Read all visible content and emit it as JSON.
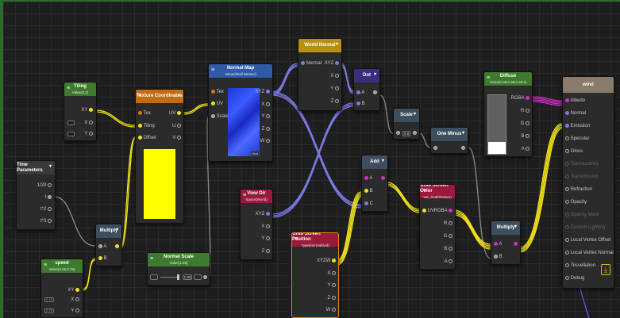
{
  "colors": {
    "accent_green": "#3d7a2e",
    "orange": "#c46a10",
    "blue": "#2e5aa8",
    "crimson": "#9a1a3c",
    "gold": "#b8900c",
    "indigo": "#3a2d7a",
    "slate": "#3d4f5f",
    "grey": "#4a4a4a",
    "tan": "#8a7a6a"
  },
  "nodes": {
    "tiling": {
      "title": "Tiling",
      "subtitle": "Value(2,2)",
      "outputs": [
        "XY",
        "X",
        "Y"
      ]
    },
    "time": {
      "title": "Time Parameters",
      "outputs": [
        "1/20",
        "t",
        "t*2",
        "t*3"
      ]
    },
    "speed": {
      "title": "speed",
      "subtitle": "Value(0.15,0.75)",
      "outputs": [
        "XY",
        "X",
        "Y"
      ],
      "field_x": "0.15",
      "field_y": "0.75"
    },
    "multiply1": {
      "title": "Multiply",
      "inputs": [
        "A",
        "B"
      ]
    },
    "texcoords": {
      "title": "Texture Coordinates",
      "inputs": [
        "Tex",
        "Tiling",
        "Offset"
      ],
      "outputs": [
        "UV",
        "U",
        "V"
      ]
    },
    "normalscale": {
      "title": "Normal Scale",
      "subtitle": "Value(1.69)",
      "value": "1.69"
    },
    "normalmap": {
      "title": "Normal Map",
      "subtitle": "Value(Shell Weiner)",
      "inputs": [
        "Tex",
        "UV",
        "Scale"
      ],
      "outputs": [
        "XYZ",
        "X",
        "Y",
        "Z",
        "W"
      ],
      "badge": "Mod"
    },
    "worldnormal": {
      "title": "World Normal",
      "inputs": [
        "Normal"
      ],
      "outputs": [
        "XYZ",
        "X",
        "Y",
        "Z"
      ]
    },
    "viewdir": {
      "title": "View Dir",
      "subtitle": "Space(World)",
      "outputs": [
        "XYZ",
        "X",
        "Y",
        "Z"
      ]
    },
    "grabpos": {
      "title": "Grab Screen Position",
      "subtitle": "Type(Normalized)",
      "outputs": [
        "XYZW",
        "X",
        "Y",
        "Z",
        "W"
      ]
    },
    "dot": {
      "title": "Dot",
      "inputs": [
        "A",
        "B"
      ]
    },
    "scale": {
      "title": "Scale",
      "value": "0.8"
    },
    "oneminus": {
      "title": "One Minus"
    },
    "add": {
      "title": "Add",
      "inputs": [
        "A",
        "B",
        "C"
      ]
    },
    "grabcolor": {
      "title": "Grab Screen Color",
      "subtitle": "Var_GrabTexture)",
      "inputs": [
        "UV"
      ],
      "outputs": [
        "RGBA",
        "R",
        "G",
        "B",
        "A"
      ]
    },
    "diffuse": {
      "title": "Diffuse",
      "subtitle": "Value(0.38,0.38,0.38,1)",
      "outputs": [
        "RGBA",
        "R",
        "G",
        "B",
        "A"
      ]
    },
    "multiply2": {
      "title": "Multiply",
      "inputs": [
        "A",
        "B"
      ]
    },
    "output": {
      "title": "wind",
      "inputs": [
        "Albedo",
        "Normal",
        "Emission",
        "Specular",
        "Gloss",
        "Translucency",
        "Transmission",
        "Refraction",
        "Opacity",
        "Opacity Mask",
        "Custom Lighting",
        "Local Vertex Offset",
        "Local Vertex Normal",
        "Tessellation",
        "Debug"
      ]
    }
  }
}
